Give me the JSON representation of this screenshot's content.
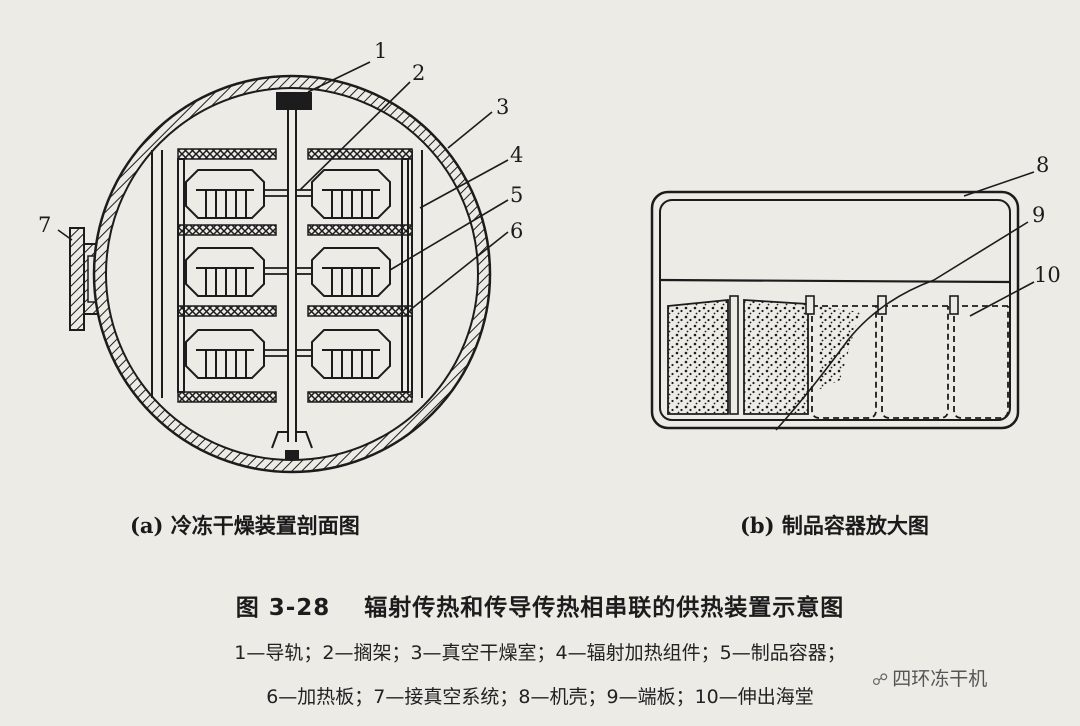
{
  "diagram_a": {
    "labels": [
      "1",
      "2",
      "3",
      "4",
      "5",
      "6",
      "7"
    ],
    "caption": "(a) 冷冻干燥装置剖面图"
  },
  "diagram_b": {
    "labels": [
      "8",
      "9",
      "10"
    ],
    "caption": "(b) 制品容器放大图"
  },
  "figure": {
    "number": "图 3-28",
    "title": "辐射传热和传导传热相串联的供热装置示意图"
  },
  "legend": {
    "line1": "1—导轨；2—搁架；3—真空干燥室；4—辐射加热组件；5—制品容器；",
    "line2": "6—加热板；7—接真空系统；8—机壳；9—端板；10—伸出海堂"
  },
  "watermark": {
    "icon": "wechat-icon",
    "text": "四环冻干机"
  },
  "colors": {
    "background": "#ecebe6",
    "ink": "#1c1c1c"
  }
}
